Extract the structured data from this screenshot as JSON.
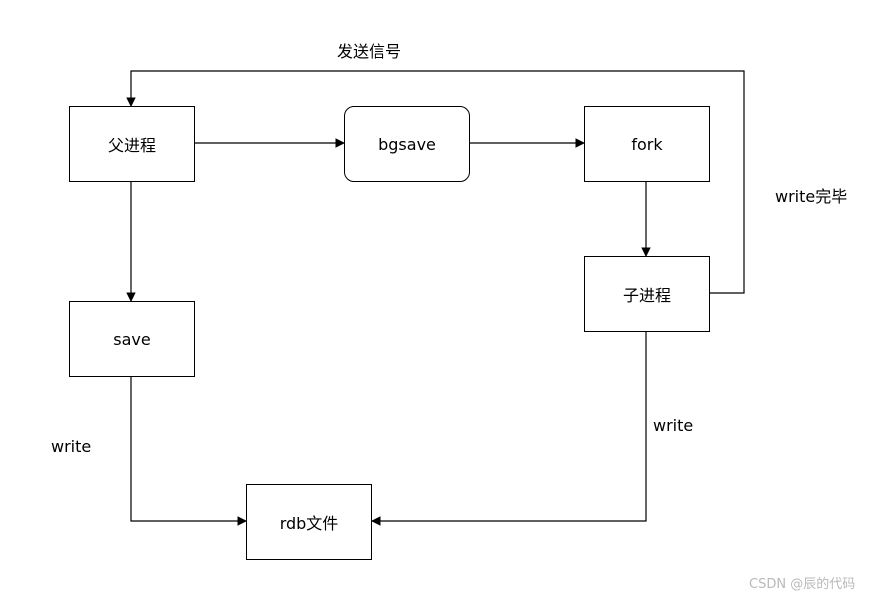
{
  "nodes": {
    "parent": "父进程",
    "bgsave": "bgsave",
    "fork": "fork",
    "child": "子进程",
    "save": "save",
    "rdb": "rdb文件"
  },
  "edge_labels": {
    "signal": "发送信号",
    "write_done": "write完毕",
    "write_left": "write",
    "write_right": "write"
  },
  "watermark": "CSDN @辰的代码"
}
